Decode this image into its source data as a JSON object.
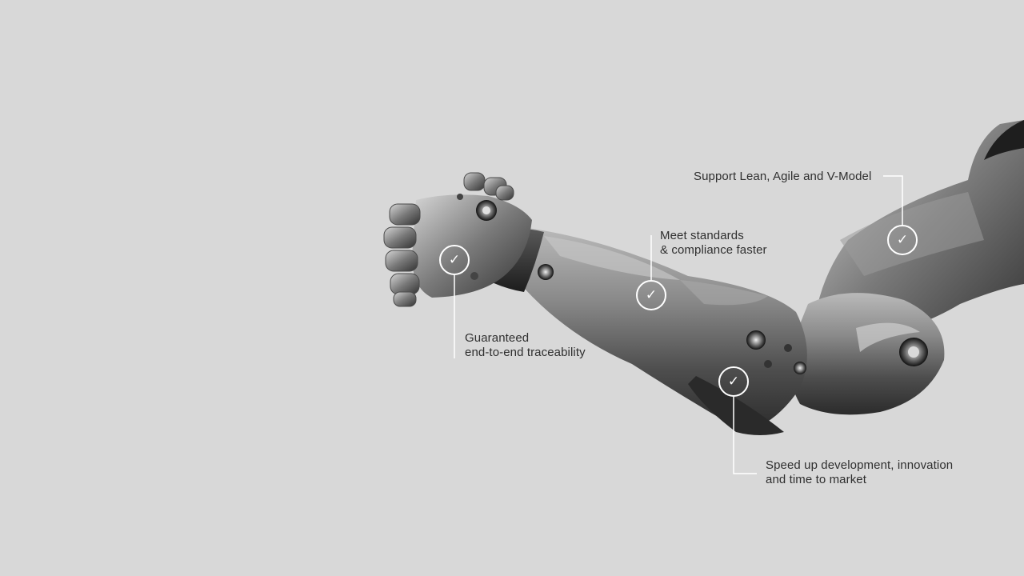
{
  "callouts": [
    {
      "id": "lean-agile",
      "lines": [
        "Support Lean, Agile and V-Model"
      ],
      "icon": "check-circle-icon"
    },
    {
      "id": "standards",
      "lines": [
        "Meet standards",
        "& compliance faster"
      ],
      "icon": "check-circle-icon"
    },
    {
      "id": "traceability",
      "lines": [
        "Guaranteed",
        "end-to-end traceability"
      ],
      "icon": "check-circle-icon"
    },
    {
      "id": "speed",
      "lines": [
        "Speed up development, innovation",
        "and time to market"
      ],
      "icon": "check-circle-icon"
    }
  ],
  "colors": {
    "background": "#d8d8d8",
    "text": "#2f2f2f",
    "accent_lines": "#ffffff",
    "robot_metal": "#7f7f7f"
  }
}
